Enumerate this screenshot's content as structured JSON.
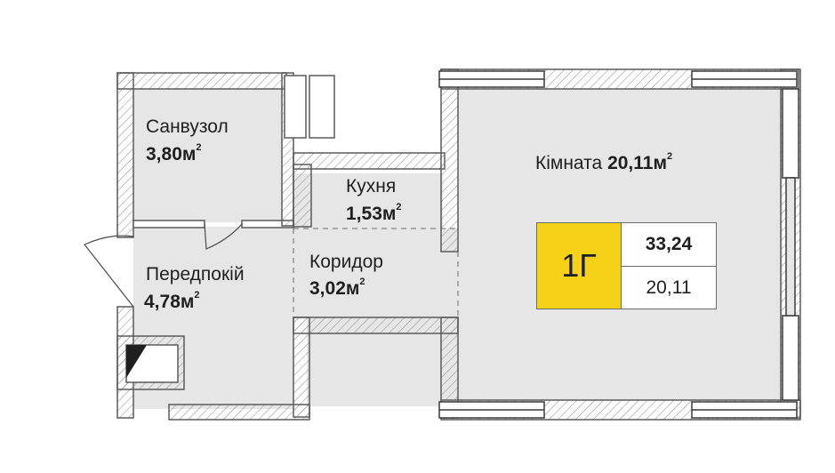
{
  "plan": {
    "unit_suffix": "м",
    "unit_power": "2",
    "rooms": [
      {
        "id": "bathroom",
        "name": "Санвузол",
        "area": "3,80"
      },
      {
        "id": "kitchen",
        "name": "Кухня",
        "area": "1,53"
      },
      {
        "id": "corridor",
        "name": "Коридор",
        "area": "3,02"
      },
      {
        "id": "hallway",
        "name": "Передпокій",
        "area": "4,78"
      },
      {
        "id": "room",
        "name": "Кімната",
        "area": "20,11"
      }
    ],
    "badge": {
      "code": "1Г",
      "total_area": "33,24",
      "living_area": "20,11",
      "accent_color": "#f7d117"
    },
    "colors": {
      "floor": "#e6e6e6",
      "wall_fill": "#ffffff",
      "wall_stroke": "#5a5a5a",
      "text": "#1f1f1f"
    }
  }
}
